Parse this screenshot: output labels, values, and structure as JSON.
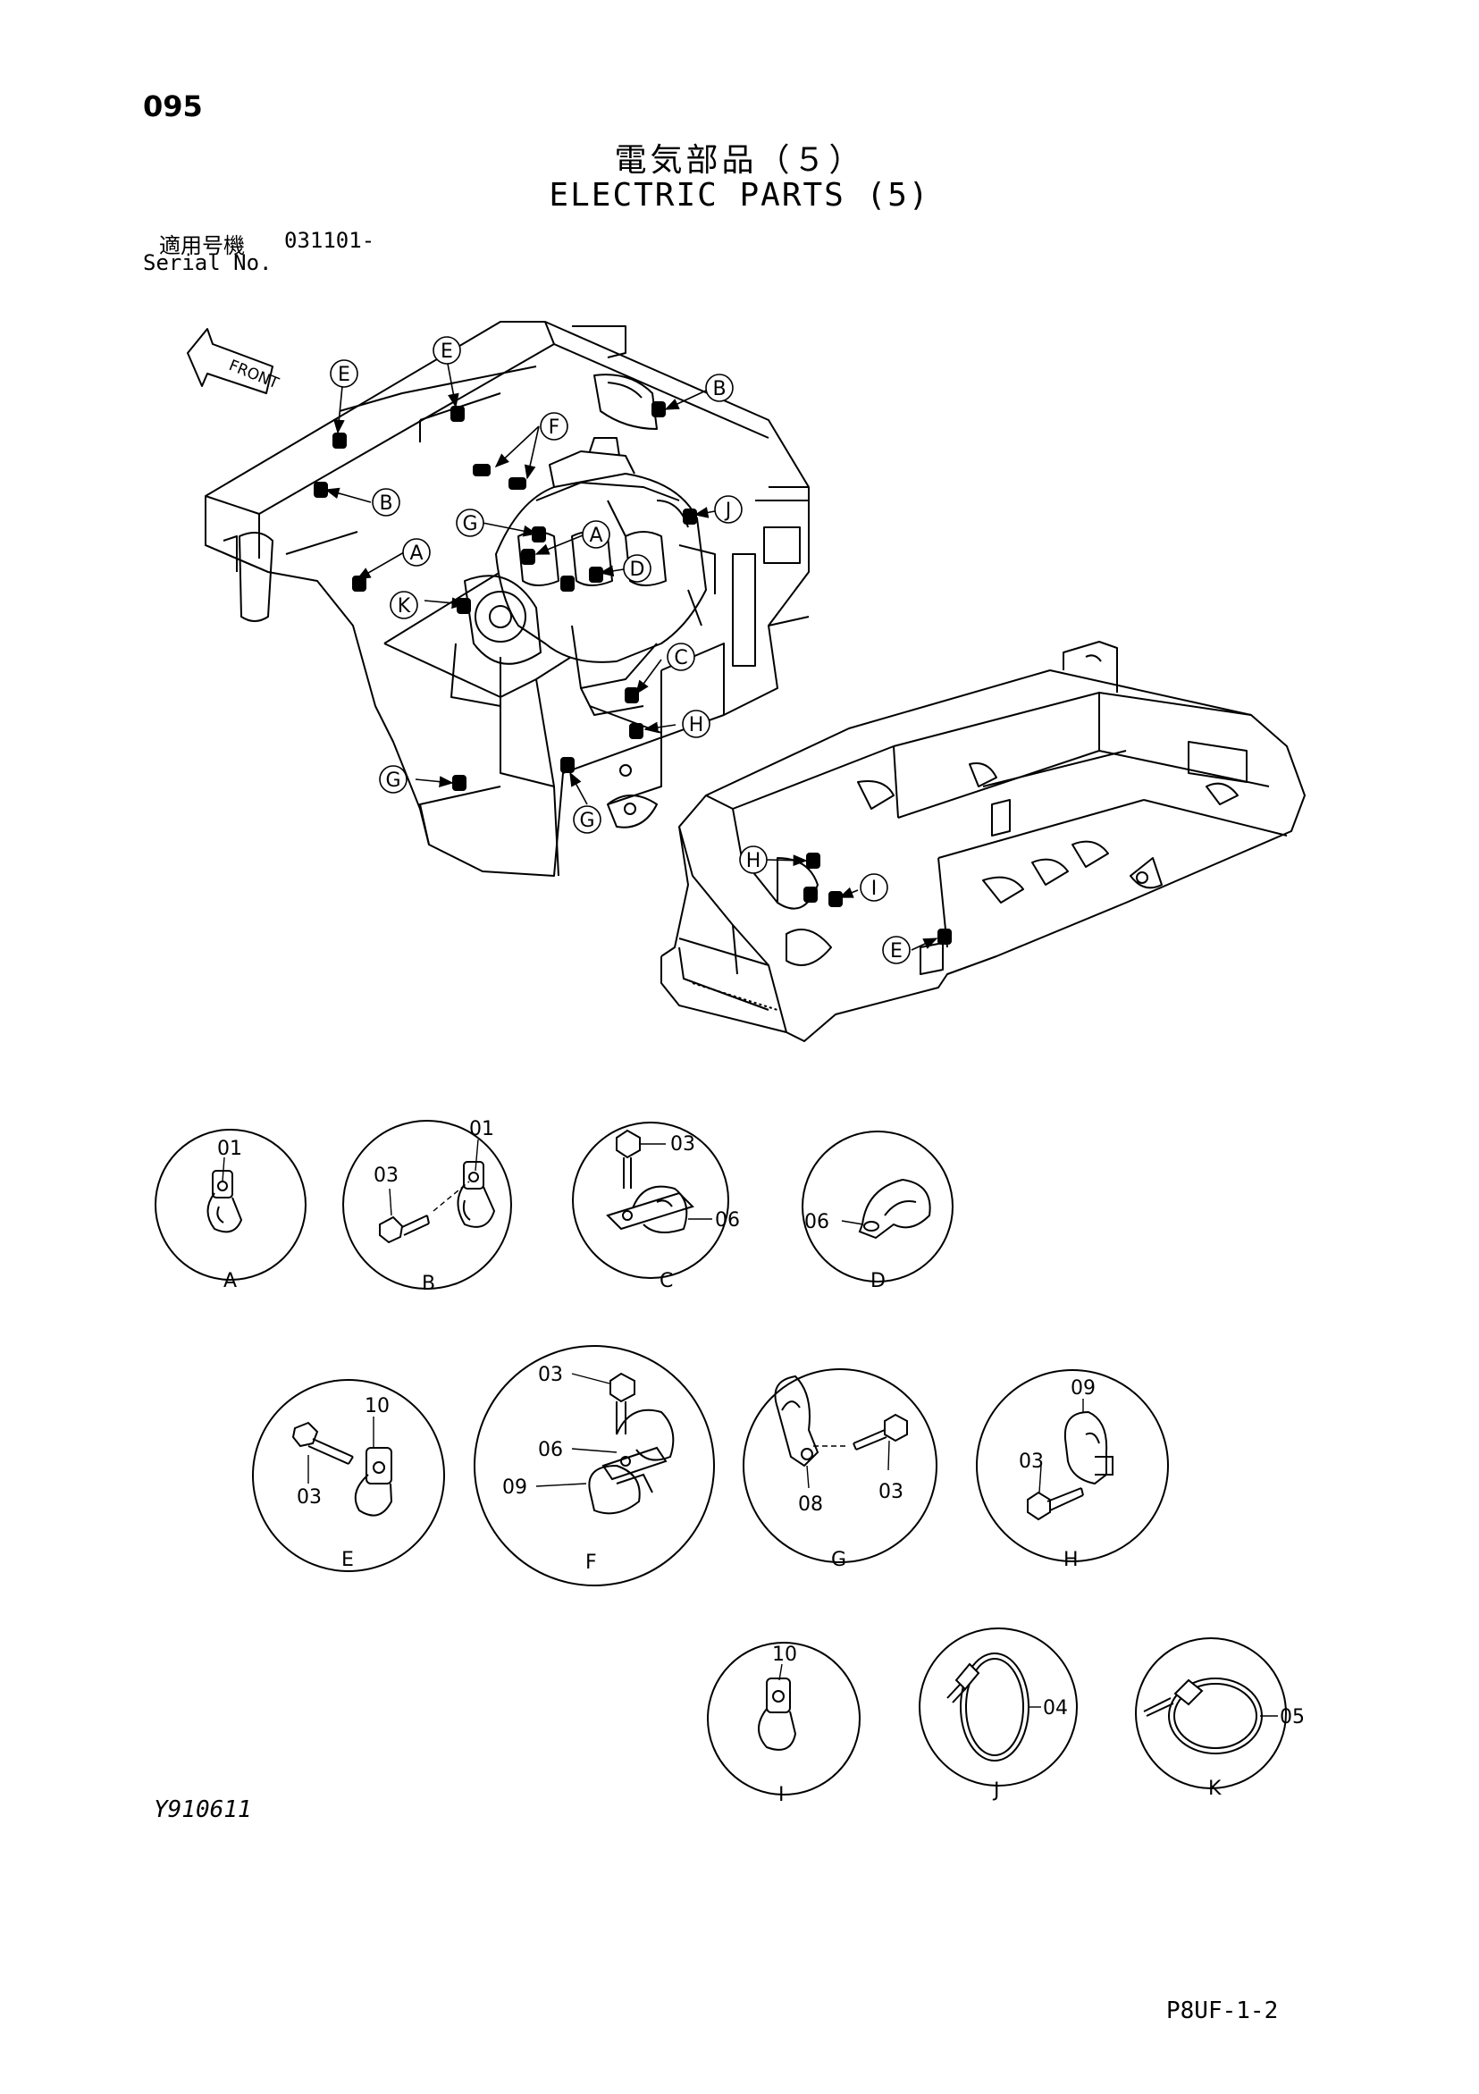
{
  "header": {
    "page_number": "095",
    "title_jp": "電気部品（５）",
    "title_en": "ELECTRIC PARTS (5)",
    "serial_label_jp": "適用号機",
    "serial_value": "031101-",
    "serial_label_en": "Serial No."
  },
  "main_assembly": {
    "front_label": "FRONT",
    "callouts": [
      "E",
      "E",
      "B",
      "F",
      "B",
      "G",
      "J",
      "A",
      "A",
      "D",
      "K",
      "C",
      "H",
      "G",
      "G",
      "H",
      "I",
      "E"
    ]
  },
  "detail_views": [
    {
      "letter": "A",
      "parts": [
        "01"
      ]
    },
    {
      "letter": "B",
      "parts": [
        "01",
        "03"
      ]
    },
    {
      "letter": "C",
      "parts": [
        "03",
        "06"
      ]
    },
    {
      "letter": "D",
      "parts": [
        "06"
      ]
    },
    {
      "letter": "E",
      "parts": [
        "10",
        "03"
      ]
    },
    {
      "letter": "F",
      "parts": [
        "03",
        "06",
        "09"
      ]
    },
    {
      "letter": "G",
      "parts": [
        "08",
        "03"
      ]
    },
    {
      "letter": "H",
      "parts": [
        "09",
        "03"
      ]
    },
    {
      "letter": "I",
      "parts": [
        "10"
      ]
    },
    {
      "letter": "J",
      "parts": [
        "04"
      ]
    },
    {
      "letter": "K",
      "parts": [
        "05"
      ]
    }
  ],
  "footer": {
    "figure_code": "Y910611",
    "doc_code": "P8UF-1-2"
  },
  "colors": {
    "ink": "#000000",
    "paper": "#ffffff"
  }
}
